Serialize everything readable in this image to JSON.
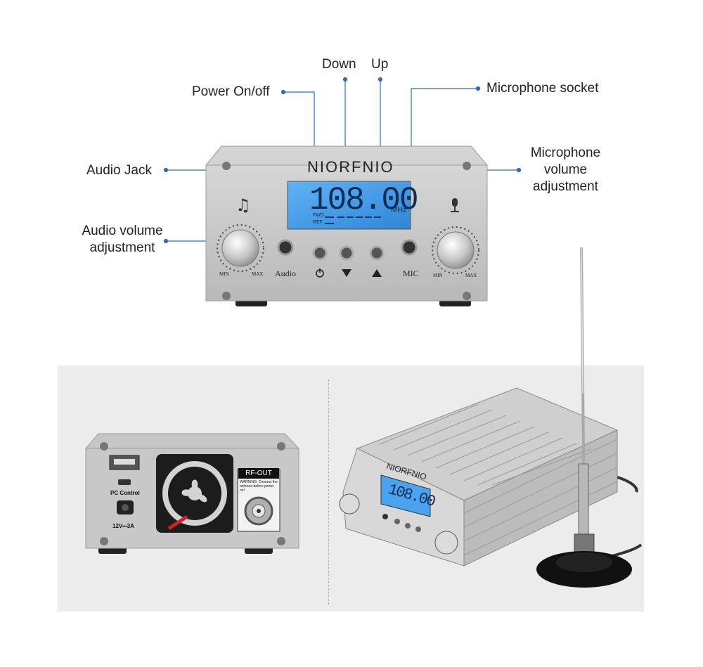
{
  "callouts": {
    "down": "Down",
    "up": "Up",
    "power": "Power On/off",
    "mic_socket": "Microphone socket",
    "audio_jack": "Audio Jack",
    "mic_volume": [
      "Microphone",
      "volume",
      "adjustment"
    ],
    "audio_volume": [
      "Audio volume",
      "adjustment"
    ]
  },
  "device_front": {
    "brand": "NIORFNIO",
    "frequency": "108.00",
    "unit": "MHz",
    "fwd": "FWD",
    "ref": "REF",
    "label_min": "MIN",
    "label_max": "MAX",
    "label_audio": "Audio",
    "label_mic": "MIC"
  },
  "device_back": {
    "rf_out": "RF-OUT",
    "pc_control": "PC Control",
    "power_spec": "12V⎓3A",
    "warning": "WARNING: Connect the antenna before power on!"
  },
  "device_angle": {
    "brand": "NIORFNIO",
    "frequency": "108.00"
  },
  "colors": {
    "callout_line": "#2f6db5",
    "lcd_blue": "#3d9ee8",
    "metal": "#c9c9c9"
  }
}
